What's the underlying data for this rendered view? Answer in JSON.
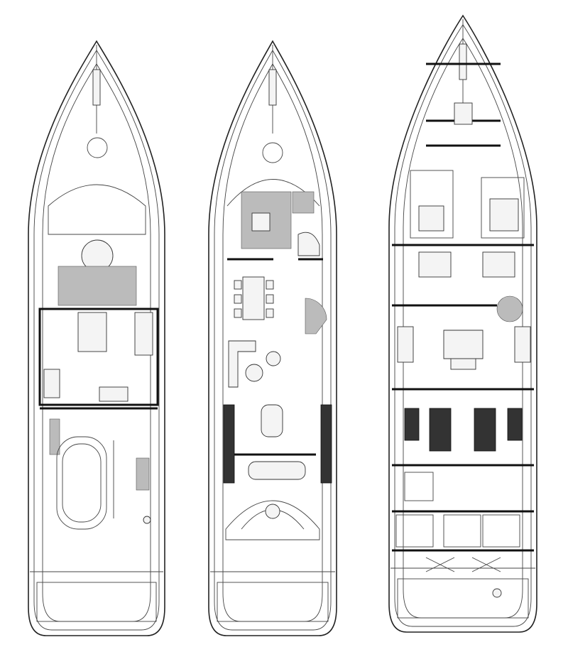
{
  "decks": [
    {
      "id": "flybridge-deck"
    },
    {
      "id": "main-deck"
    },
    {
      "id": "lower-deck"
    }
  ],
  "colors": {
    "line": "#222222",
    "background": "#ffffff",
    "shade": "#bbbbbb"
  }
}
